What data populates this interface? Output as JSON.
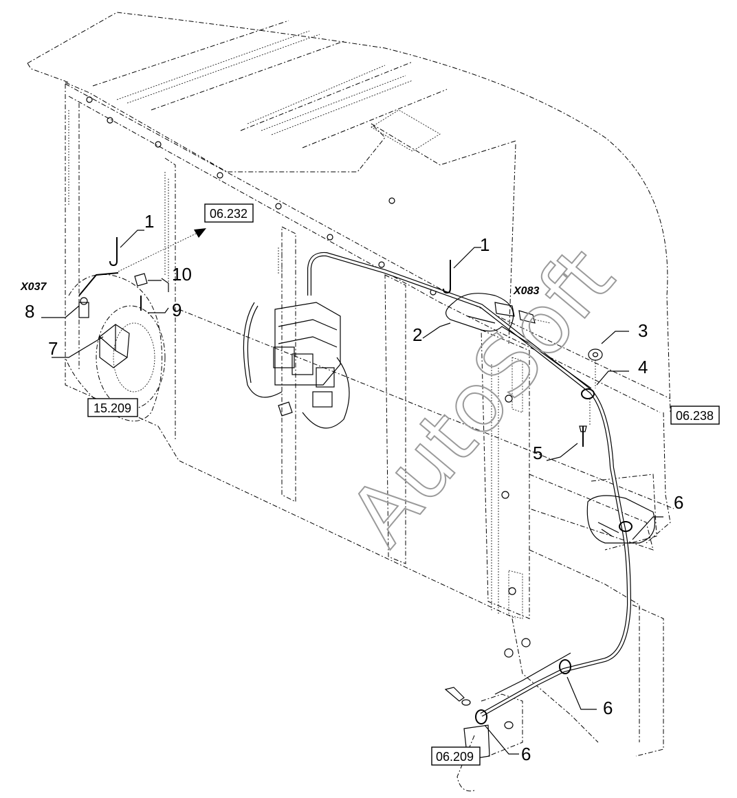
{
  "watermark": "AutoSoft",
  "connectors": [
    "X037",
    "X083"
  ],
  "part_labels": [
    "1",
    "1",
    "2",
    "3",
    "4",
    "5",
    "6",
    "6",
    "6",
    "7",
    "8",
    "9",
    "10"
  ],
  "references": [
    "06.232",
    "15.209",
    "06.238",
    "06.209"
  ]
}
